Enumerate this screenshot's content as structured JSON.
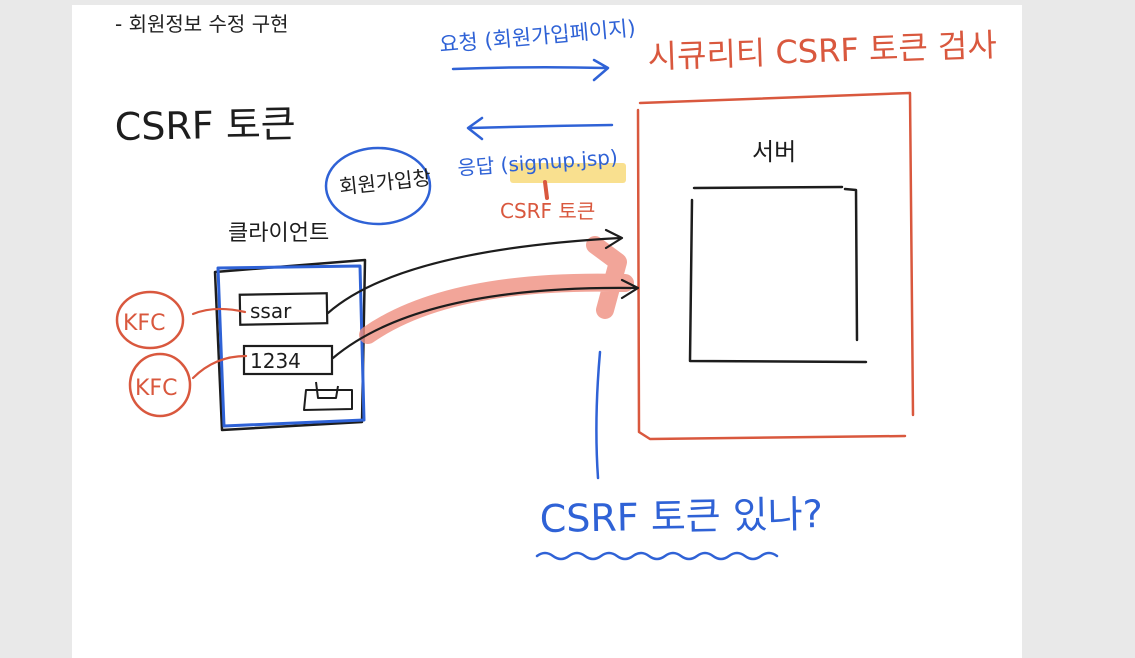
{
  "page": {
    "heading": "- 회원정보 수정 구현"
  },
  "diagram": {
    "title": "CSRF 토큰",
    "request_label": "요청 (회원가입페이지)",
    "response_label": "응답 (signup.jsp)",
    "response_token_label": "CSRF 토큰",
    "security_label": "시큐리티 CSRF 토큰 검사",
    "server_label": "서버",
    "client_label": "클라이언트",
    "signup_page_label": "회원가입창",
    "username_value": "ssar",
    "password_value": "1234",
    "attacker_labels": [
      "KFC",
      "KFC"
    ],
    "question_label": "CSRF 토큰 있나?"
  },
  "colors": {
    "blue_ink": "#2f62d6",
    "red_ink": "#d9583e",
    "black_ink": "#1d1d1d",
    "highlight": "#f7d66a",
    "red_marker": "#ef8f7f"
  }
}
